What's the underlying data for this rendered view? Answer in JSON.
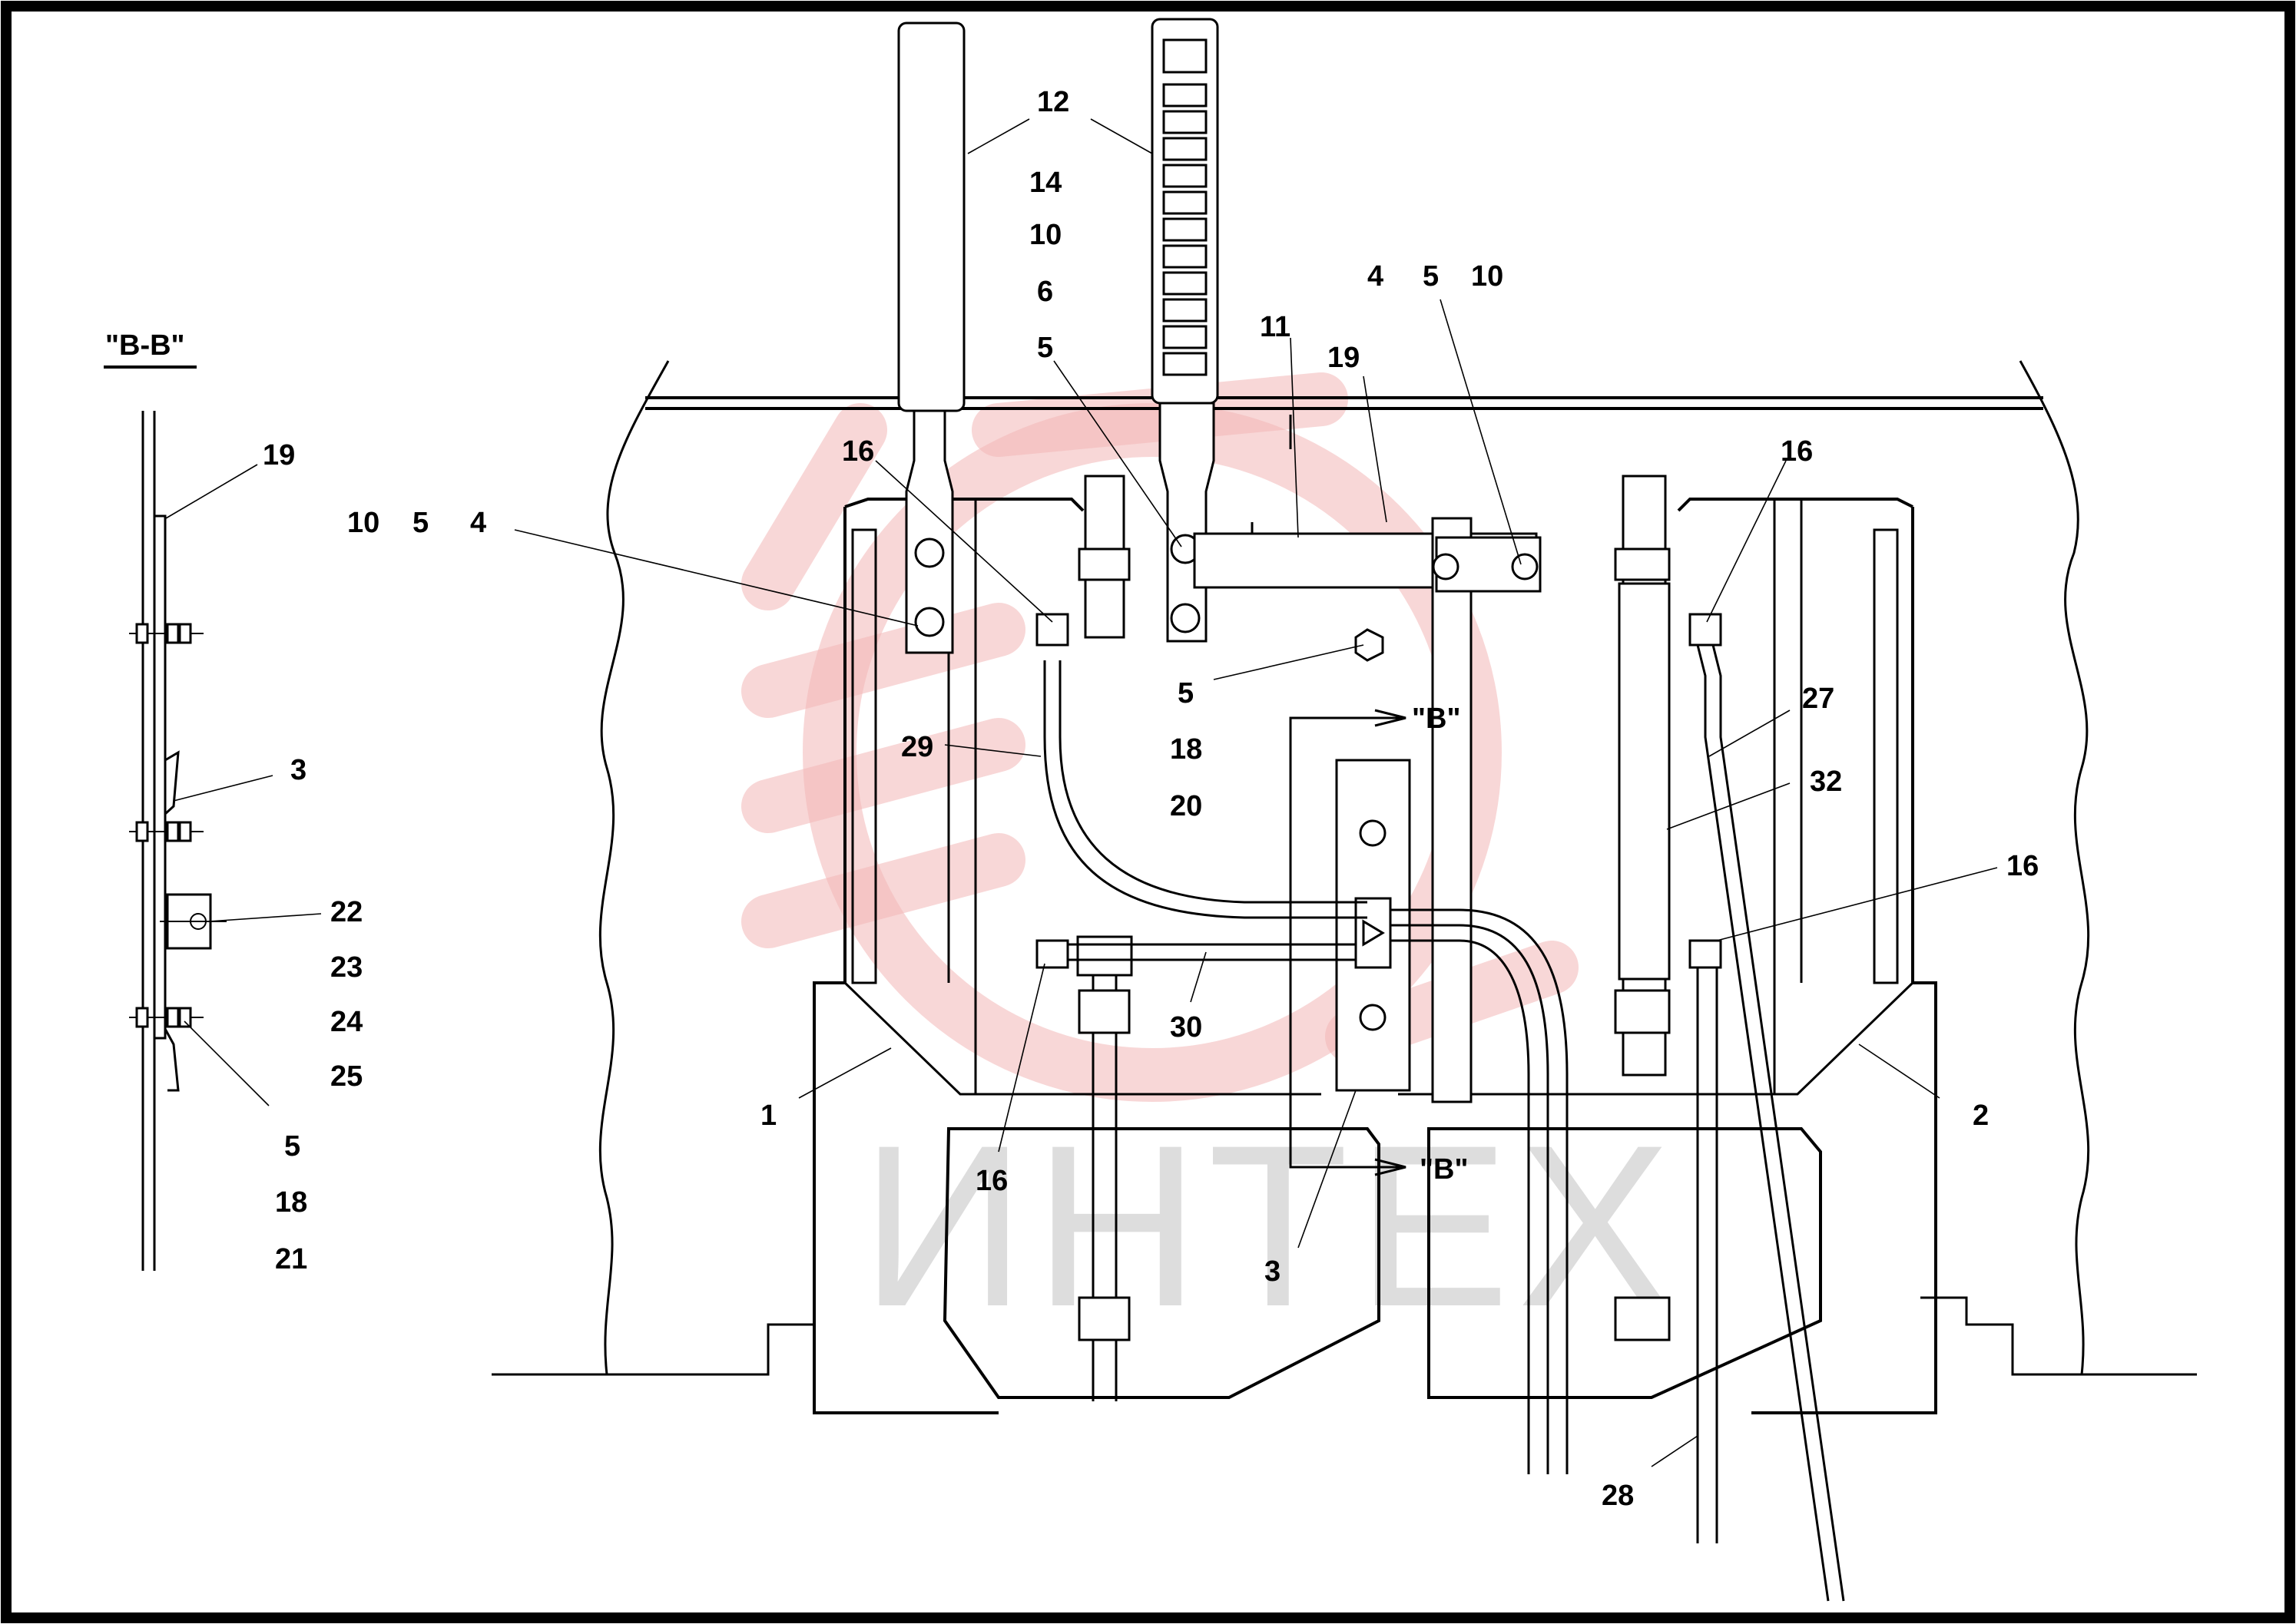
{
  "section": {
    "title": "\"B-B\""
  },
  "watermark": {
    "text": "ИНТЕХ",
    "color": "#e02020"
  },
  "labels": {
    "l12": "12",
    "l14": "14",
    "l10a": "10",
    "l6": "6",
    "l5a": "5",
    "l4a": "4",
    "l5b": "5",
    "l10b": "10",
    "l11": "11",
    "l19a": "19",
    "l16a": "16",
    "l16b": "16",
    "l16c": "16",
    "l16d": "16",
    "l10c": "10",
    "l5c": "5",
    "l4b": "4",
    "l5d": "5",
    "l18a": "18",
    "l20": "20",
    "l29": "29",
    "l30": "30",
    "l27": "27",
    "l32": "32",
    "l1": "1",
    "l2": "2",
    "l3a": "3",
    "l28": "28",
    "lB1": "\"B\"",
    "lB2": "\"B\"",
    "s19": "19",
    "s3": "3",
    "s22": "22",
    "s23": "23",
    "s24": "24",
    "s25": "25",
    "s5": "5",
    "s18": "18",
    "s21": "21"
  }
}
